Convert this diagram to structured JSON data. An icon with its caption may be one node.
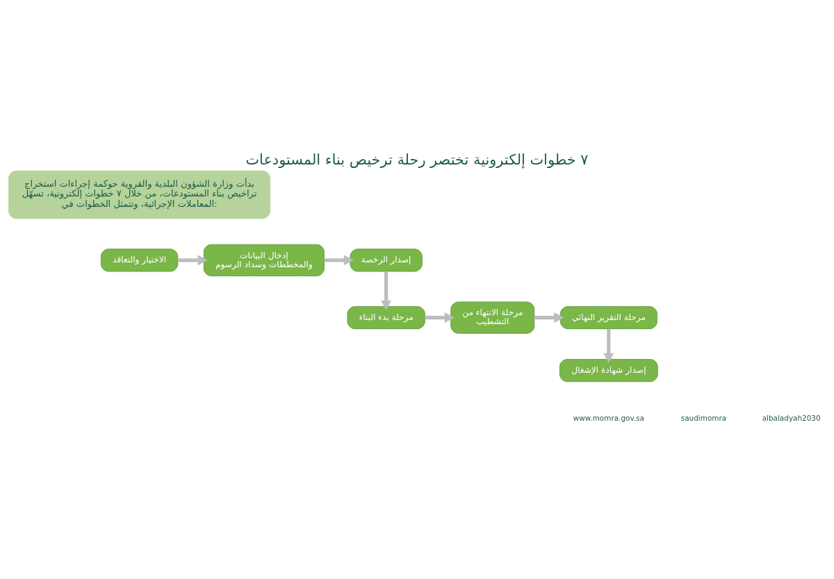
{
  "diagram": {
    "title": "٧ خطوات إلكترونية تختصر رحلة ترخيص بناء المستودعات",
    "nodes": [
      {
        "text": [
          "بدأت وزارة الشؤون البلدية والقروية حوكمة إجراءات استخراج تراخيص بناء المستودعات، من خلال ٧ خطوات إلكترونية، تسهّل المعاملات الإجرائية، وتتمثل الخطوات في:"
        ]
      },
      {
        "text": [
          "الاختيار والتعاقد"
        ]
      },
      {
        "text": [
          "إدخال البيانات والمخططات وسداد الرسوم"
        ]
      },
      {
        "text": [
          "إصدار الرخصة"
        ]
      },
      {
        "text": [
          "مرحلة بدء البناء"
        ]
      },
      {
        "text": [
          "مرحلة الانتهاء من التشطيب"
        ]
      },
      {
        "text": [
          "مرحلة التقرير النهائي"
        ]
      },
      {
        "text": [
          "إصدار شهادة الإشغال"
        ]
      }
    ],
    "edges": [
      {
        "from": 1,
        "to": 2,
        "arrow": "to"
      },
      {
        "from": 2,
        "to": 3,
        "arrow": "to"
      },
      {
        "from": 3,
        "to": 4,
        "arrow": "to"
      },
      {
        "from": 4,
        "to": 5,
        "arrow": "to"
      },
      {
        "from": 5,
        "to": 6,
        "arrow": "to"
      },
      {
        "from": 6,
        "to": 7,
        "arrow": "to"
      }
    ],
    "labels": [
      "www.momra.gov.sa",
      "saudimomra",
      "albaladyah2030"
    ]
  }
}
